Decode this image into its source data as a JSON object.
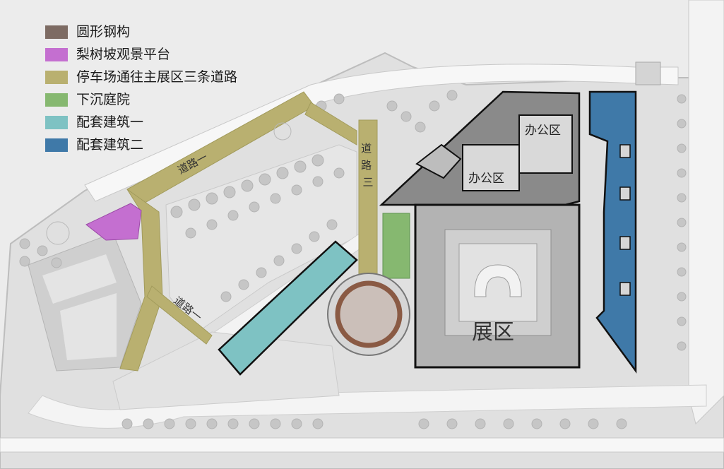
{
  "legend": [
    {
      "label": "圆形钢构",
      "color": "#7d6b63",
      "icon": "circle-steel-swatch"
    },
    {
      "label": "梨树坡观景平台",
      "color": "#c46fd0",
      "icon": "viewing-platform-swatch"
    },
    {
      "label": "停车场通往主展区三条道路",
      "color": "#b9b070",
      "icon": "road-swatch"
    },
    {
      "label": "下沉庭院",
      "color": "#86b870",
      "icon": "courtyard-swatch"
    },
    {
      "label": "配套建筑一",
      "color": "#7ec2c3",
      "icon": "building-one-swatch"
    },
    {
      "label": "配套建筑二",
      "color": "#3f79a8",
      "icon": "building-two-swatch"
    }
  ],
  "map": {
    "labels": {
      "office_a": "办公区",
      "office_b": "办公区",
      "exhibition": "展区",
      "road_one_top": "道路一",
      "road_one_lower": "道路一",
      "road_three": "道路三"
    },
    "colors": {
      "ground": "#ececec",
      "block": "#d6d6d6",
      "road": "#f6f6f6",
      "tree": "#c9c9c9",
      "office": "#8a8a8a",
      "exhibit_hall": "#b3b3b3",
      "ring": "#8a5a44",
      "outline": "#111111"
    }
  }
}
